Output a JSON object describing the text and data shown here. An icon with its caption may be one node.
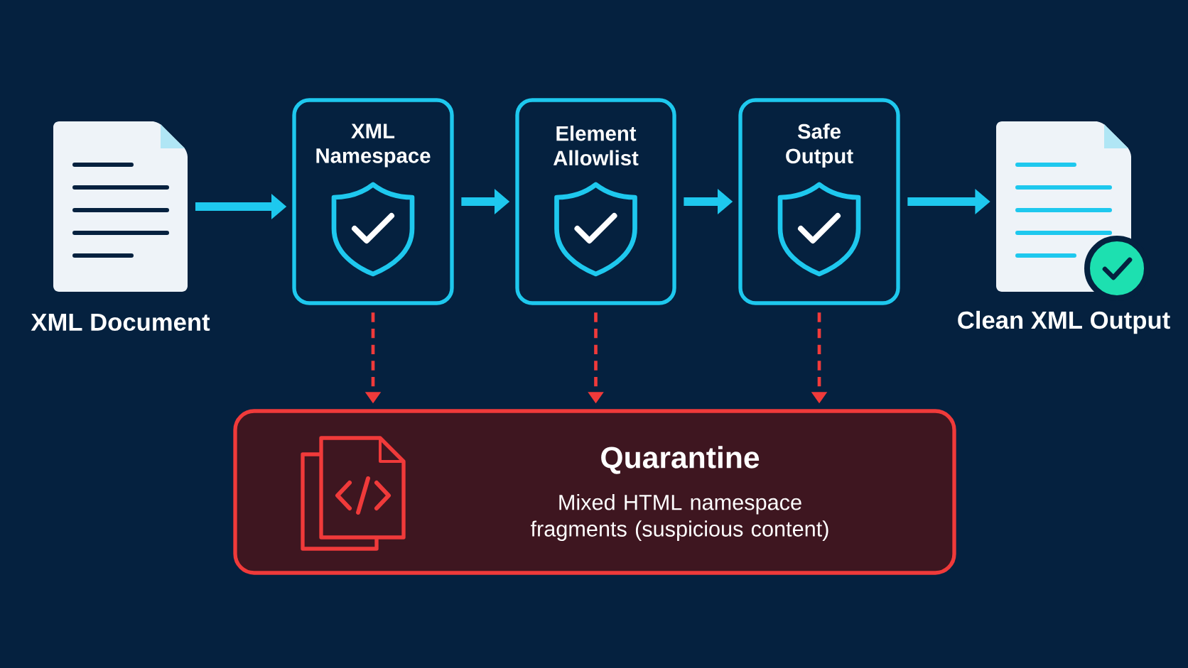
{
  "diagram": {
    "nodes": [
      {
        "text": [
          "XML Document"
        ]
      },
      {
        "text": [
          "XML Namespace"
        ]
      },
      {
        "text": [
          "Element Allowlist"
        ]
      },
      {
        "text": [
          "Safe Output"
        ]
      },
      {
        "text": [
          "Clean XML Output"
        ]
      },
      {
        "text": [
          "Quarantine",
          "Mixed HTML namespace fragments (suspicious content)"
        ]
      }
    ],
    "edges": [
      {
        "from": 0,
        "to": 1,
        "arrow": "to"
      },
      {
        "from": 1,
        "to": 2,
        "arrow": "to"
      },
      {
        "from": 2,
        "to": 3,
        "arrow": "to"
      },
      {
        "from": 3,
        "to": 4,
        "arrow": "to"
      },
      {
        "from": 1,
        "to": 5,
        "arrow": "to",
        "style": "dashed",
        "color": "#f03a3a"
      },
      {
        "from": 2,
        "to": 5,
        "arrow": "to",
        "style": "dashed",
        "color": "#f03a3a"
      },
      {
        "from": 3,
        "to": 5,
        "arrow": "to",
        "style": "dashed",
        "color": "#f03a3a"
      }
    ]
  }
}
